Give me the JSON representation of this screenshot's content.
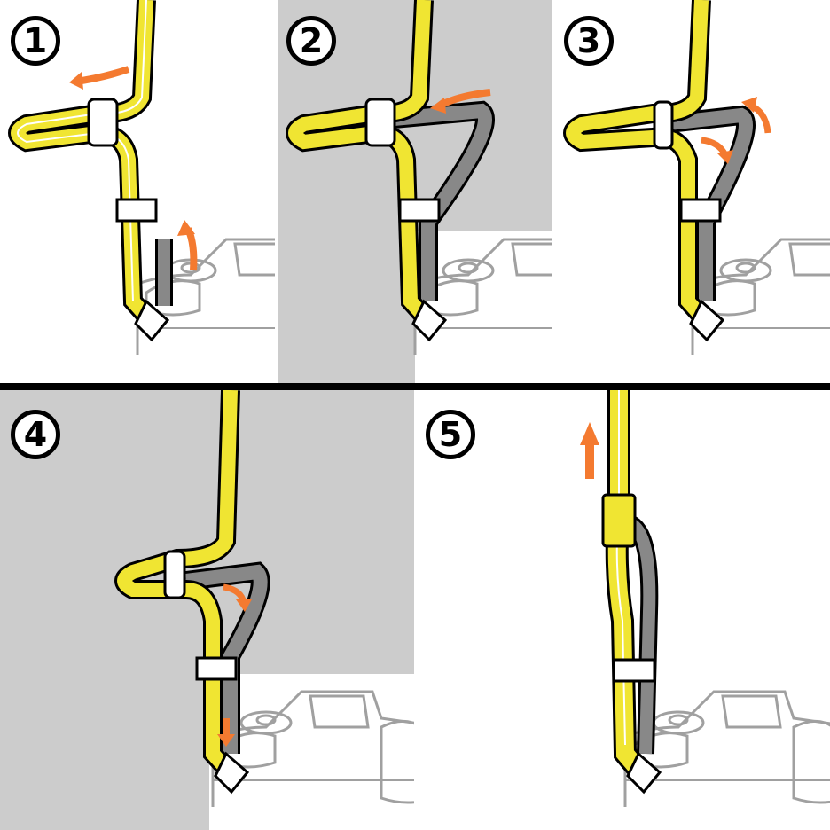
{
  "steps": [
    {
      "number": "1",
      "background": "#ffffff"
    },
    {
      "number": "2",
      "background": "#cccccc"
    },
    {
      "number": "3",
      "background": "#ffffff"
    },
    {
      "number": "4",
      "background": "#cccccc"
    },
    {
      "number": "5",
      "background": "#ffffff"
    }
  ],
  "colors": {
    "strap": "#f0e532",
    "arrow": "#f47a30",
    "strap_back": "#888888",
    "camera_line": "#a0a0a0",
    "divider": "#000000"
  }
}
